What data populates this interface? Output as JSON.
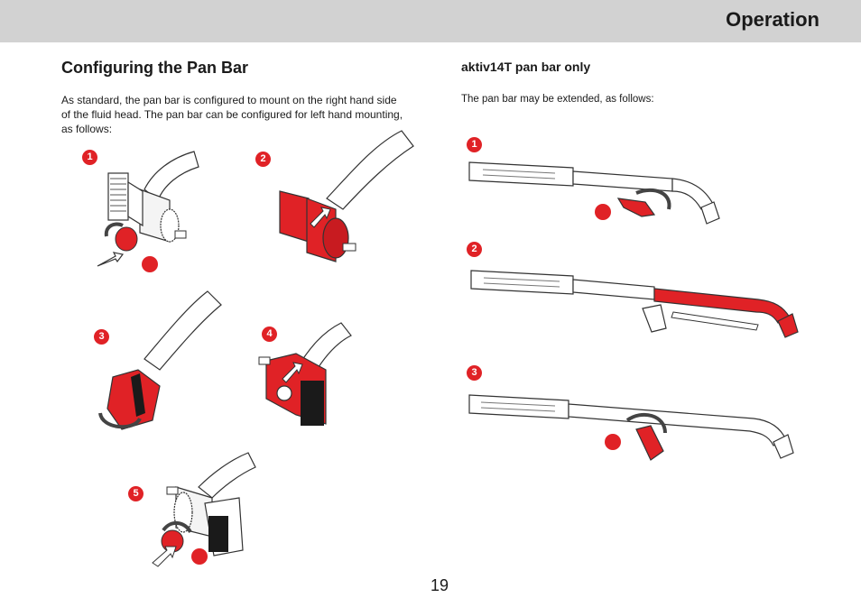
{
  "header": {
    "title": "Operation"
  },
  "left_section": {
    "heading": "Configuring the Pan Bar",
    "body": "As standard, the pan bar is configured to mount on the right hand side of the fluid head. The pan bar can be configured for left hand mounting, as follows:",
    "steps": [
      "1",
      "2",
      "3",
      "4",
      "5"
    ]
  },
  "right_section": {
    "heading": "aktiv14T pan bar only",
    "body": "The pan bar may be extended, as follows:",
    "steps": [
      "1",
      "2",
      "3"
    ]
  },
  "footer": {
    "page_number": "19"
  },
  "colors": {
    "accent": "#e02226",
    "header_band": "#d2d2d2",
    "line": "#333333"
  },
  "icons": [
    "padlock-unlock-icon",
    "rotate-arrow-icon",
    "direction-arrow-icon",
    "double-arrow-icon"
  ]
}
